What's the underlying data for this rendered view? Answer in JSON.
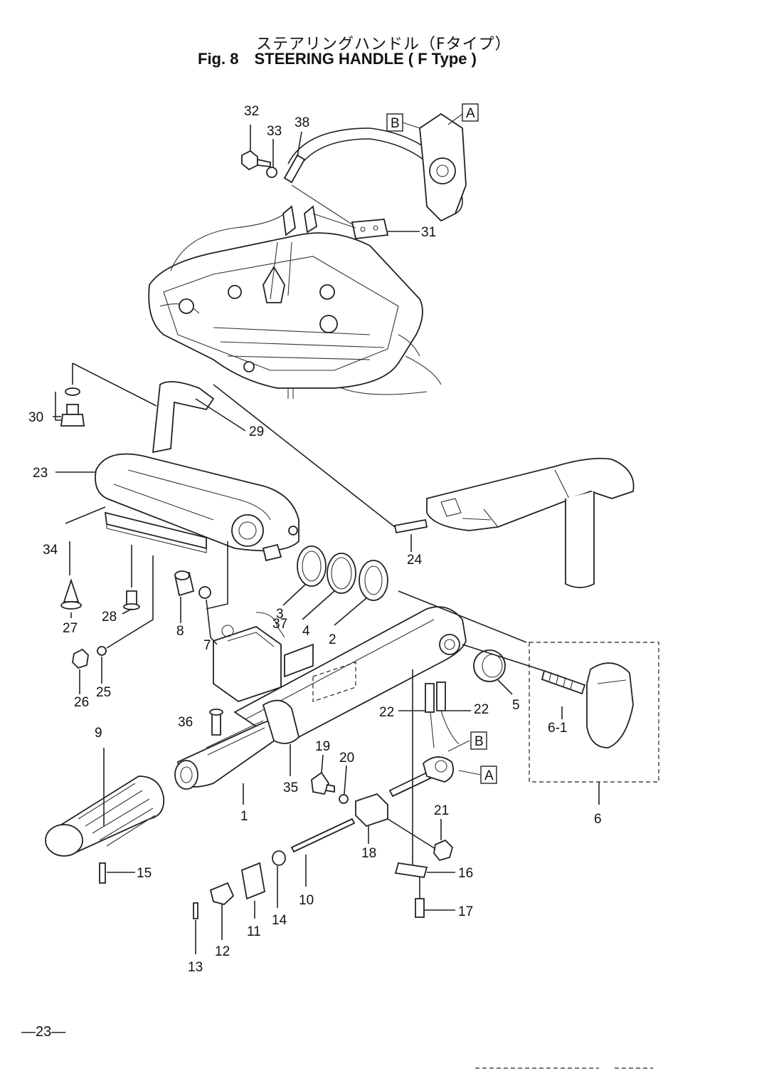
{
  "header": {
    "title_jp": "ステアリングハンドル（Fタイプ）",
    "fig_label": "Fig. 8",
    "title_en": "STEERING HANDLE ( F Type )"
  },
  "page_number": "—23—",
  "refs": {
    "a": "A",
    "b": "B"
  },
  "parts": {
    "p1": "1",
    "p2": "2",
    "p3": "3",
    "p4": "4",
    "p5": "5",
    "p6": "6",
    "p6_1": "6-1",
    "p7": "7",
    "p8": "8",
    "p9": "9",
    "p10": "10",
    "p11": "11",
    "p12": "12",
    "p13": "13",
    "p14": "14",
    "p15": "15",
    "p16": "16",
    "p17": "17",
    "p18": "18",
    "p19": "19",
    "p20": "20",
    "p21": "21",
    "p22a": "22",
    "p22b": "22",
    "p23": "23",
    "p24": "24",
    "p25": "25",
    "p26": "26",
    "p27": "27",
    "p28": "28",
    "p29": "29",
    "p30": "30",
    "p31": "31",
    "p32": "32",
    "p33": "33",
    "p34": "34",
    "p35": "35",
    "p36": "36",
    "p37": "37",
    "p38": "38"
  }
}
